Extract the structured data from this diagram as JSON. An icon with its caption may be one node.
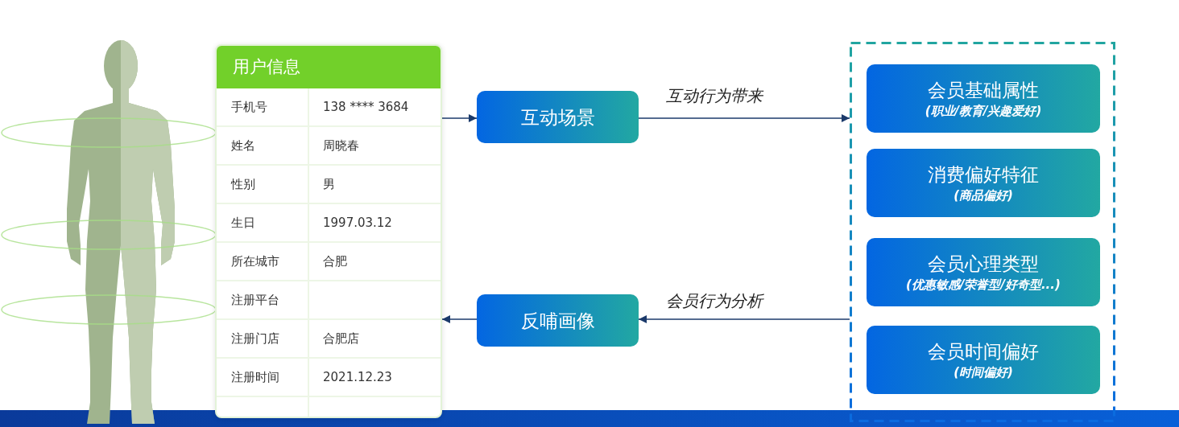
{
  "diagram": {
    "nodes": [
      {
        "text": [
          "用户信息"
        ]
      },
      {
        "text": [
          "手机号",
          "138 **** 3684"
        ],
        "in": 0
      },
      {
        "text": [
          "姓名",
          "周晓春"
        ],
        "in": 0
      },
      {
        "text": [
          "性别",
          "男"
        ],
        "in": 0
      },
      {
        "text": [
          "生日",
          "1997.03.12"
        ],
        "in": 0
      },
      {
        "text": [
          "所在城市",
          "合肥"
        ],
        "in": 0
      },
      {
        "text": [
          "注册平台"
        ],
        "in": 0
      },
      {
        "text": [
          "注册门店",
          "合肥店"
        ],
        "in": 0
      },
      {
        "text": [
          "注册时间",
          "2021.12.23"
        ],
        "in": 0
      },
      {
        "text": [
          "互动场景"
        ]
      },
      {
        "text": [
          "反哺画像"
        ]
      },
      {
        "text": [],
        "shape": "box"
      },
      {
        "text": [
          "会员基础属性",
          "(职业/教育/兴趣爱好)"
        ],
        "in": 11
      },
      {
        "text": [
          "消费偏好特征",
          "(商品偏好)"
        ],
        "in": 11
      },
      {
        "text": [
          "会员心理类型",
          "(优惠敏感/荣誉型/好奇型...)"
        ],
        "in": 11
      },
      {
        "text": [
          "会员时间偏好",
          "(时间偏好)"
        ],
        "in": 11
      }
    ],
    "edges": [
      {
        "from": 0,
        "to": 9,
        "arrow": "to"
      },
      {
        "from": 9,
        "to": 11,
        "arrow": "to",
        "label": "互动行为带来"
      },
      {
        "from": 11,
        "to": 10,
        "arrow": "to",
        "label": "会员行为分析"
      },
      {
        "from": 10,
        "to": 0,
        "arrow": "to"
      }
    ]
  }
}
